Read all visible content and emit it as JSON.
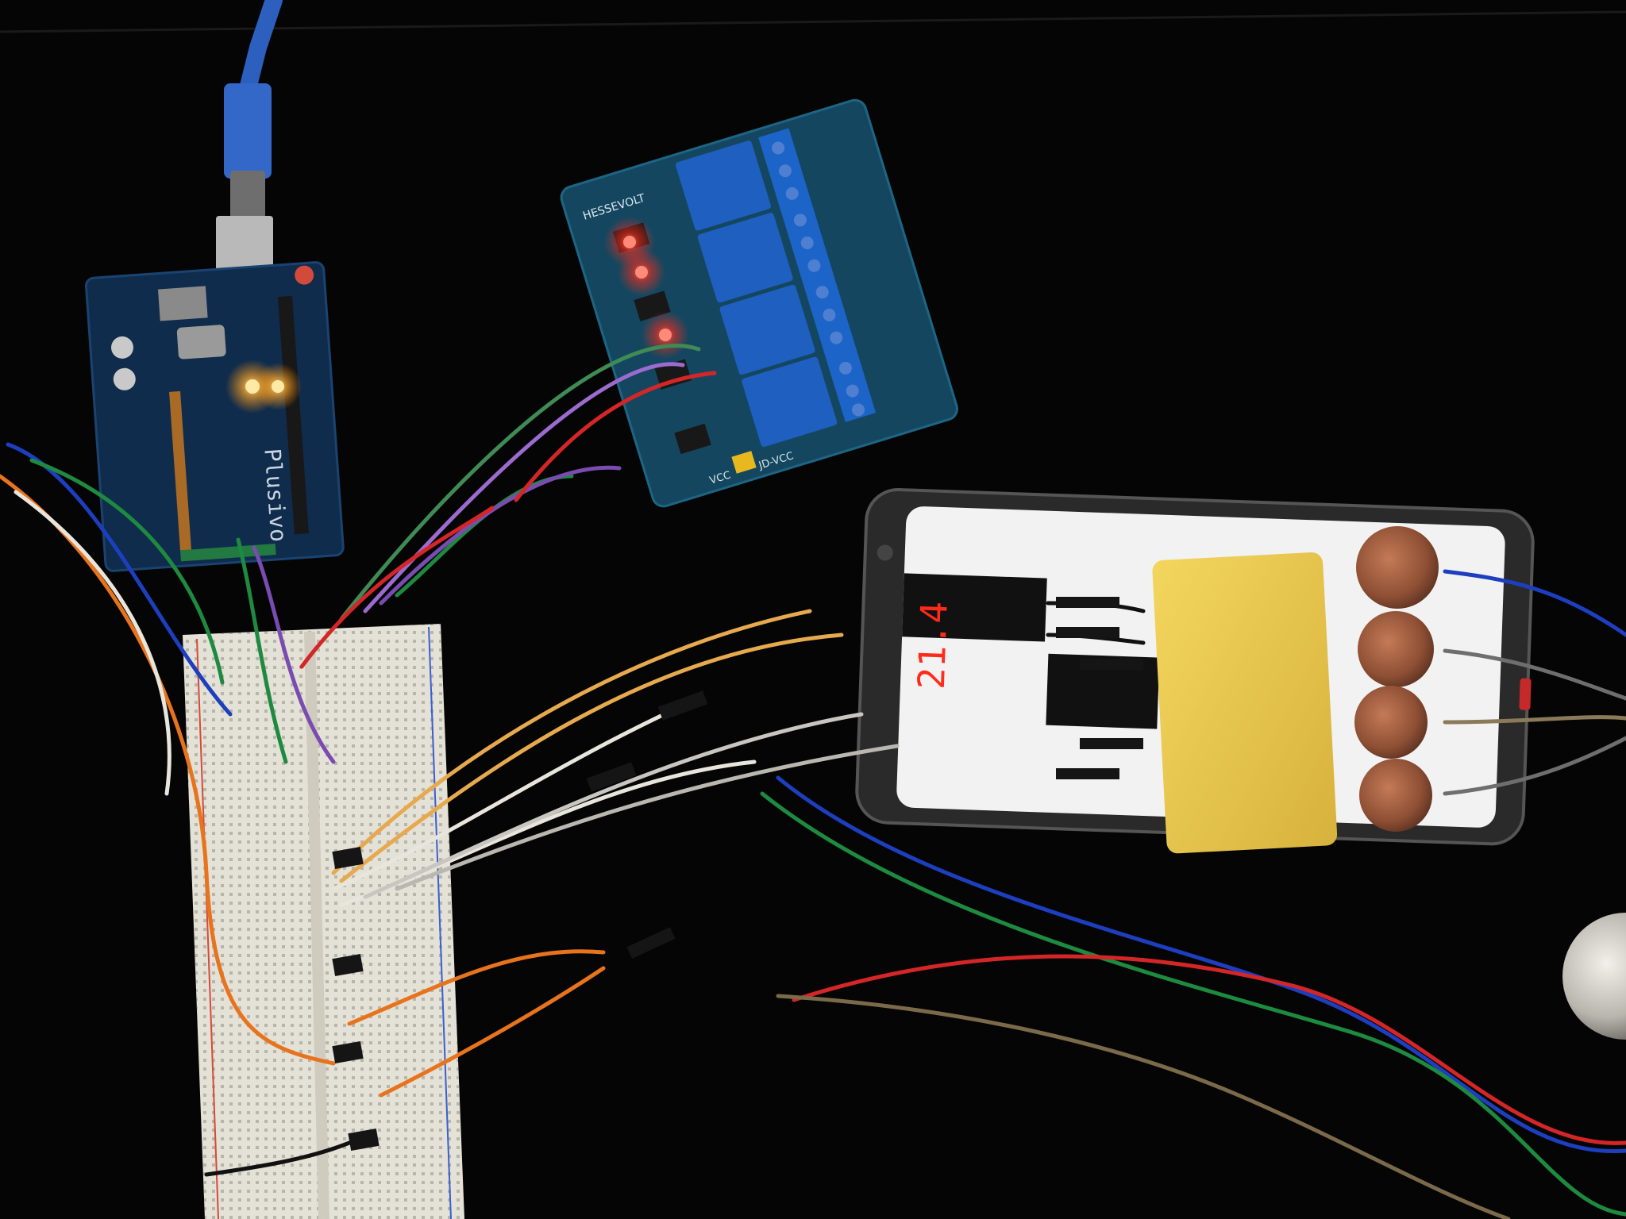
{
  "scene": {
    "arduino": {
      "brand_text": "Plusivo"
    },
    "relay": {
      "silk_top": "HESSEVOLT",
      "silk_jd": "JD-VCC",
      "silk_vcc": "VCC"
    },
    "phone": {
      "readout": "21.4",
      "readout_color": "#ff2a1a"
    },
    "colors": {
      "background": "#050505",
      "relay_pcb": "#14475f",
      "relay_block": "#1e5fc0",
      "terminal": "#1c64c8",
      "arduino_pcb": "#0f2c4c",
      "breadboard": "#e4e1d6",
      "pad": "#e9c94f",
      "coin": "#9c5a3c",
      "led_red": "#ff2a1a",
      "led_orange": "#ffab2e"
    }
  }
}
